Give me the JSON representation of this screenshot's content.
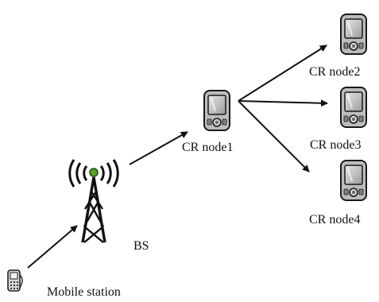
{
  "diagram": {
    "nodes": [
      {
        "id": "mobile",
        "label": "Mobile station",
        "icon": "mobile-phone-icon"
      },
      {
        "id": "bs",
        "label": "BS",
        "icon": "antenna-tower-icon"
      },
      {
        "id": "cr1",
        "label": "CR node1",
        "icon": "pda-device-icon"
      },
      {
        "id": "cr2",
        "label": "CR node2",
        "icon": "pda-device-icon"
      },
      {
        "id": "cr3",
        "label": "CR node3",
        "icon": "pda-device-icon"
      },
      {
        "id": "cr4",
        "label": "CR node4",
        "icon": "pda-device-icon"
      }
    ],
    "edges": [
      {
        "from": "mobile",
        "to": "bs"
      },
      {
        "from": "bs",
        "to": "cr1"
      },
      {
        "from": "cr1",
        "to": "cr2"
      },
      {
        "from": "cr1",
        "to": "cr3"
      },
      {
        "from": "cr1",
        "to": "cr4"
      }
    ]
  }
}
